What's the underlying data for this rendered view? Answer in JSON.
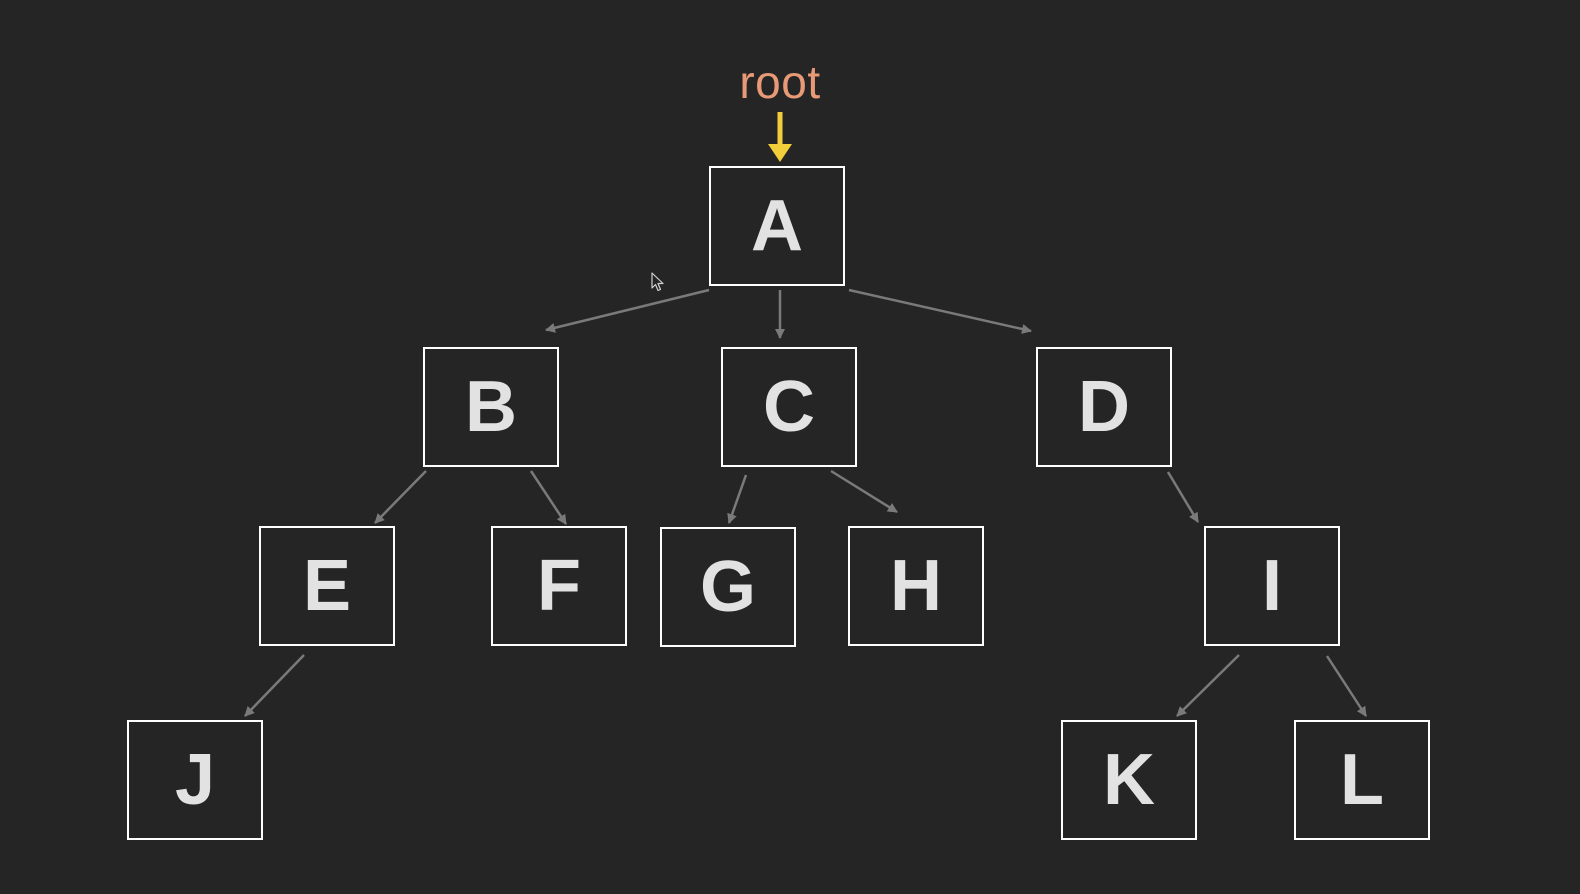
{
  "root_label": "root",
  "colors": {
    "background": "#252525",
    "root_label": "#e89a76",
    "root_arrow": "#f2cf3a",
    "node_border": "#ffffff",
    "node_text": "#e2e2e2",
    "edge": "#7a7a7a"
  },
  "nodes": {
    "a": "A",
    "b": "B",
    "c": "C",
    "d": "D",
    "e": "E",
    "f": "F",
    "g": "G",
    "h": "H",
    "i": "I",
    "j": "J",
    "k": "K",
    "l": "L"
  },
  "edges": [
    [
      "A",
      "B"
    ],
    [
      "A",
      "C"
    ],
    [
      "A",
      "D"
    ],
    [
      "B",
      "E"
    ],
    [
      "B",
      "F"
    ],
    [
      "C",
      "G"
    ],
    [
      "C",
      "H"
    ],
    [
      "D",
      "I"
    ],
    [
      "E",
      "J"
    ],
    [
      "I",
      "K"
    ],
    [
      "I",
      "L"
    ]
  ],
  "root_pointer": "A"
}
